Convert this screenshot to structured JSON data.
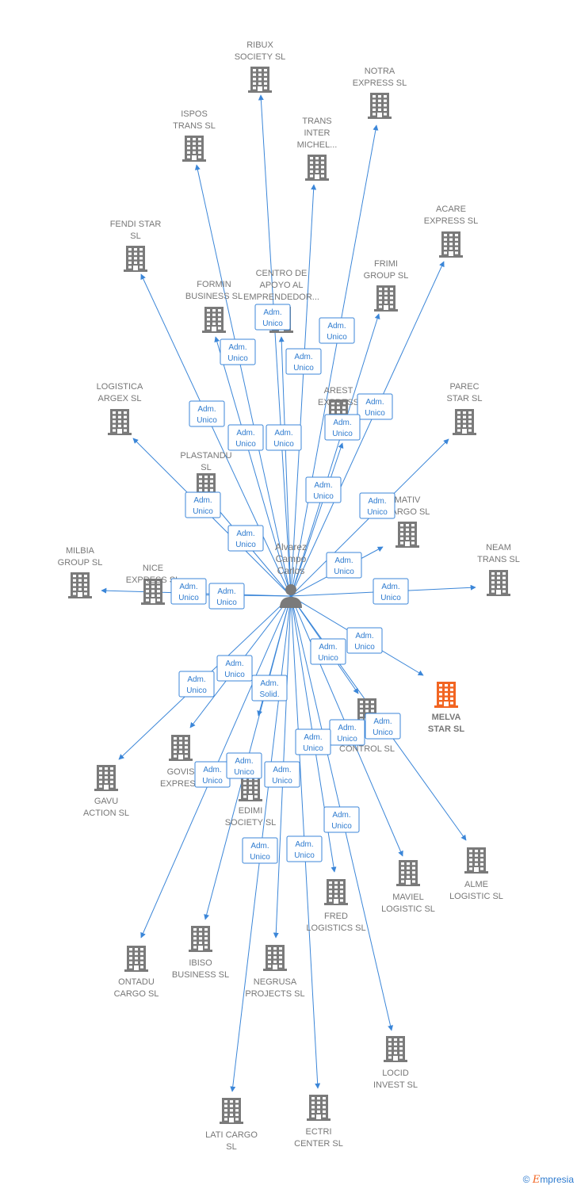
{
  "graph": {
    "center": {
      "label_lines": [
        "Alvarez",
        "Campo",
        "Carlos"
      ],
      "icon": "person-icon"
    },
    "colors": {
      "edge": "#3b86d8",
      "node": "#7a7a7a",
      "highlight": "#f26522",
      "label_text": "#777777"
    },
    "nodes": [
      {
        "id": "ribux-society-sl",
        "lines": [
          "RIBUX",
          "SOCIETY  SL"
        ],
        "role": "Adm.|Unico"
      },
      {
        "id": "notra-express-sl",
        "lines": [
          "NOTRA",
          "EXPRESS  SL"
        ],
        "role": "Adm.|Unico"
      },
      {
        "id": "ispos-trans-sl",
        "lines": [
          "ISPOS",
          "TRANS  SL"
        ],
        "role": "Adm.|Unico"
      },
      {
        "id": "trans-inter-michel",
        "lines": [
          "TRANS",
          "INTER",
          "MICHEL..."
        ],
        "role": "Adm.|Unico"
      },
      {
        "id": "acare-express-sl",
        "lines": [
          "ACARE",
          "EXPRESS  SL"
        ],
        "role": "Adm.|Unico"
      },
      {
        "id": "fendi-star-sl",
        "lines": [
          "FENDI STAR",
          "SL"
        ],
        "role": "Adm.|Unico"
      },
      {
        "id": "frimi-group-sl",
        "lines": [
          "FRIMI",
          "GROUP  SL"
        ],
        "role": "Adm.|Unico"
      },
      {
        "id": "centro-apoyo",
        "lines": [
          "CENTRO DE",
          "APOYO AL",
          "EMPRENDEDOR..."
        ],
        "role": "Adm.|Unico"
      },
      {
        "id": "formin-business-sl",
        "lines": [
          "FORMIN",
          "BUSINESS  SL"
        ],
        "role": "Adm.|Unico"
      },
      {
        "id": "logistica-argex-sl",
        "lines": [
          "LOGISTICA",
          "ARGEX  SL"
        ],
        "role": "Adm.|Unico"
      },
      {
        "id": "arest-express",
        "lines": [
          "AREST",
          "EXPRESS"
        ],
        "role": "Adm.|Unico"
      },
      {
        "id": "parec-star-sl",
        "lines": [
          "PAREC",
          "STAR  SL"
        ],
        "role": "Adm.|Unico"
      },
      {
        "id": "plastandu-sl",
        "lines": [
          "PLASTANDU",
          "SL"
        ],
        "role": "Adm.|Unico"
      },
      {
        "id": "mativ-cargo-sl",
        "lines": [
          "MATIV",
          "CARGO  SL"
        ],
        "role": "Adm.|Unico"
      },
      {
        "id": "milbia-group-sl",
        "lines": [
          "MILBIA",
          "GROUP  SL"
        ],
        "role": "Adm.|Unico"
      },
      {
        "id": "nice-express-sl",
        "lines": [
          "NICE",
          "EXPRESS  SL"
        ],
        "role": "Adm.|Unico"
      },
      {
        "id": "neam-trans-sl",
        "lines": [
          "NEAM",
          "TRANS  SL"
        ],
        "role": "Adm.|Unico"
      },
      {
        "id": "melva-star-sl",
        "lines": [
          "MELVA",
          "STAR  SL"
        ],
        "role": "Adm.|Unico",
        "highlight": true
      },
      {
        "id": "control-sl",
        "lines": [
          "CONTROL  SL"
        ],
        "role": "Adm.|Unico"
      },
      {
        "id": "govis-express",
        "lines": [
          "GOVIS",
          "EXPRESS"
        ],
        "role": "Adm.|Unico"
      },
      {
        "id": "gavu-action-sl",
        "lines": [
          "GAVU",
          "ACTION  SL"
        ],
        "role": "Adm.|Unico"
      },
      {
        "id": "edimi-society-sl",
        "lines": [
          "EDIMI",
          "SOCIETY  SL"
        ],
        "role": "Adm.|Solid."
      },
      {
        "id": "alme-logistic-sl",
        "lines": [
          "ALME",
          "LOGISTIC  SL"
        ],
        "role": "Adm.|Unico"
      },
      {
        "id": "maviel-logistic-sl",
        "lines": [
          "MAVIEL",
          "LOGISTIC  SL"
        ],
        "role": "Adm.|Unico"
      },
      {
        "id": "fred-logistics-sl",
        "lines": [
          "FRED",
          "LOGISTICS  SL"
        ],
        "role": "Adm.|Unico"
      },
      {
        "id": "ibiso-business-sl",
        "lines": [
          "IBISO",
          "BUSINESS  SL"
        ],
        "role": "Adm.|Unico"
      },
      {
        "id": "ontadu-cargo-sl",
        "lines": [
          "ONTADU",
          "CARGO  SL"
        ],
        "role": "Adm.|Unico"
      },
      {
        "id": "negrusa-projects-sl",
        "lines": [
          "NEGRUSA",
          "PROJECTS  SL"
        ],
        "role": "Adm.|Unico"
      },
      {
        "id": "locid-invest-sl",
        "lines": [
          "LOCID",
          "INVEST  SL"
        ],
        "role": "Adm.|Unico"
      },
      {
        "id": "lati-cargo-sl",
        "lines": [
          "LATI CARGO",
          "SL"
        ],
        "role": "Adm.|Unico"
      },
      {
        "id": "ectri-center-sl",
        "lines": [
          "ECTRI",
          "CENTER  SL"
        ],
        "role": "Adm.|Unico"
      }
    ]
  },
  "footer": {
    "copyright": "©",
    "brand_initial": "E",
    "brand_rest": "mpresia"
  }
}
